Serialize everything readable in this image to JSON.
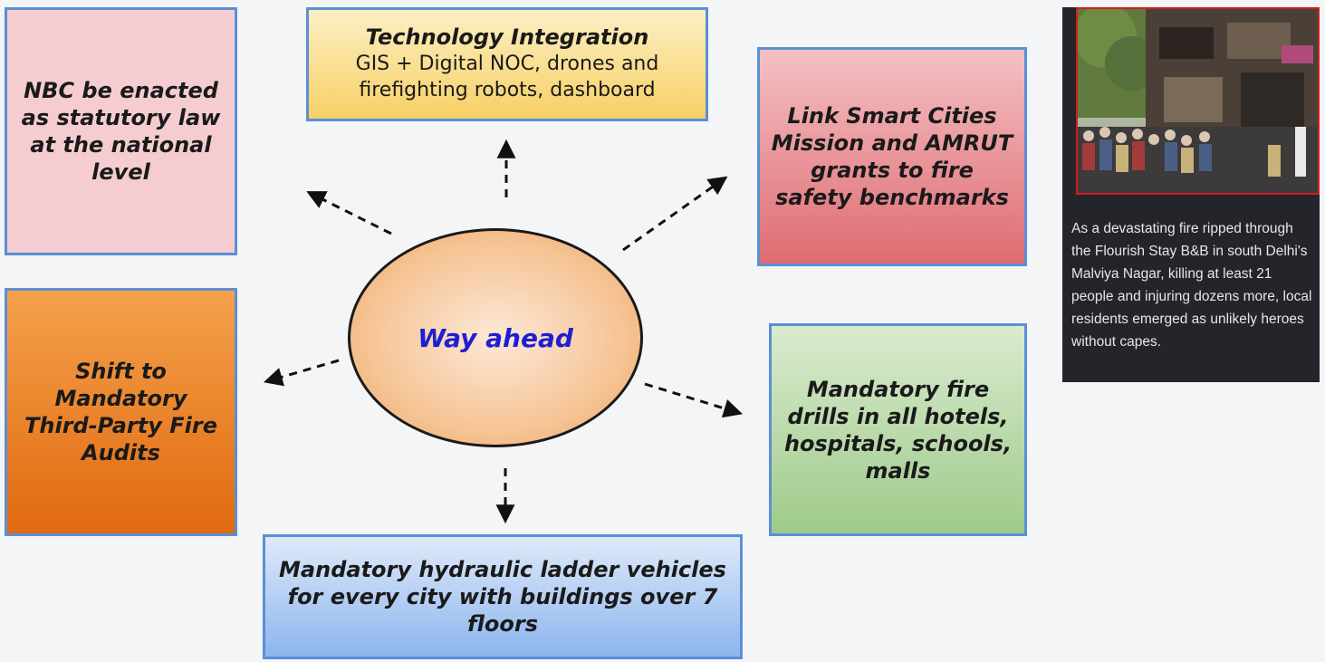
{
  "center": {
    "label": "Way ahead"
  },
  "nodes": {
    "nbc": "NBC be enacted as statutory law at the national level",
    "technology_title": "Technology Integration",
    "technology_desc": "GIS + Digital NOC, drones and firefighting robots, dashboard",
    "smart_cities": "Link Smart Cities Mission and AMRUT grants to fire safety benchmarks",
    "third_party": "Shift to Mandatory Third-Party Fire Audits",
    "fire_drills": "Mandatory fire drills in all hotels, hospitals, schools, malls",
    "ladder": "Mandatory hydraulic ladder vehicles for every city with buildings over 7 floors"
  },
  "news": {
    "caption": "As a devastating fire ripped through the Flourish Stay B&B in south Delhi's Malviya Nagar, killing at least 21 people and injuring dozens more, local residents emerged as unlikely heroes without capes."
  },
  "colors": {
    "border": "#5b8fd6",
    "center_text": "#1f1fd1",
    "news_bg": "#23252b",
    "photo_border": "#d51c1c"
  }
}
